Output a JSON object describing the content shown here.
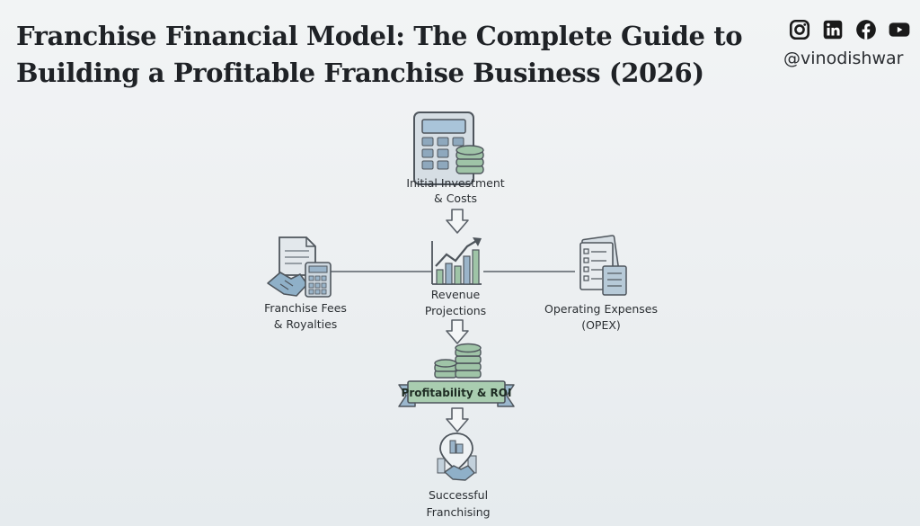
{
  "header": {
    "title_line1": "Franchise Financial Model: The Complete Guide to",
    "title_line2": "Building a Profitable Franchise Business (2026)",
    "handle": "@vinodishwar",
    "social_icons": [
      "instagram-icon",
      "linkedin-icon",
      "facebook-icon",
      "youtube-icon"
    ]
  },
  "diagram": {
    "nodes": {
      "investment": {
        "line1": "Initial Investment",
        "line2": "& Costs"
      },
      "revenue": {
        "line1": "Revenue",
        "line2": "Projections"
      },
      "fees": {
        "line1": "Franchise Fees",
        "line2": "& Royalties"
      },
      "opex": {
        "line1": "Operating Expenses",
        "line2": "(OPEX)"
      },
      "profit": {
        "label": "Profitability & ROI"
      },
      "success": {
        "line1": "Successful",
        "line2": "Franchising"
      }
    },
    "colors": {
      "line": "#5a6068",
      "icon_blue": "#9ab4c9",
      "icon_green": "#8fb89a",
      "ribbon_green": "#a9cdb0",
      "ribbon_blue": "#9bb7cd"
    }
  }
}
